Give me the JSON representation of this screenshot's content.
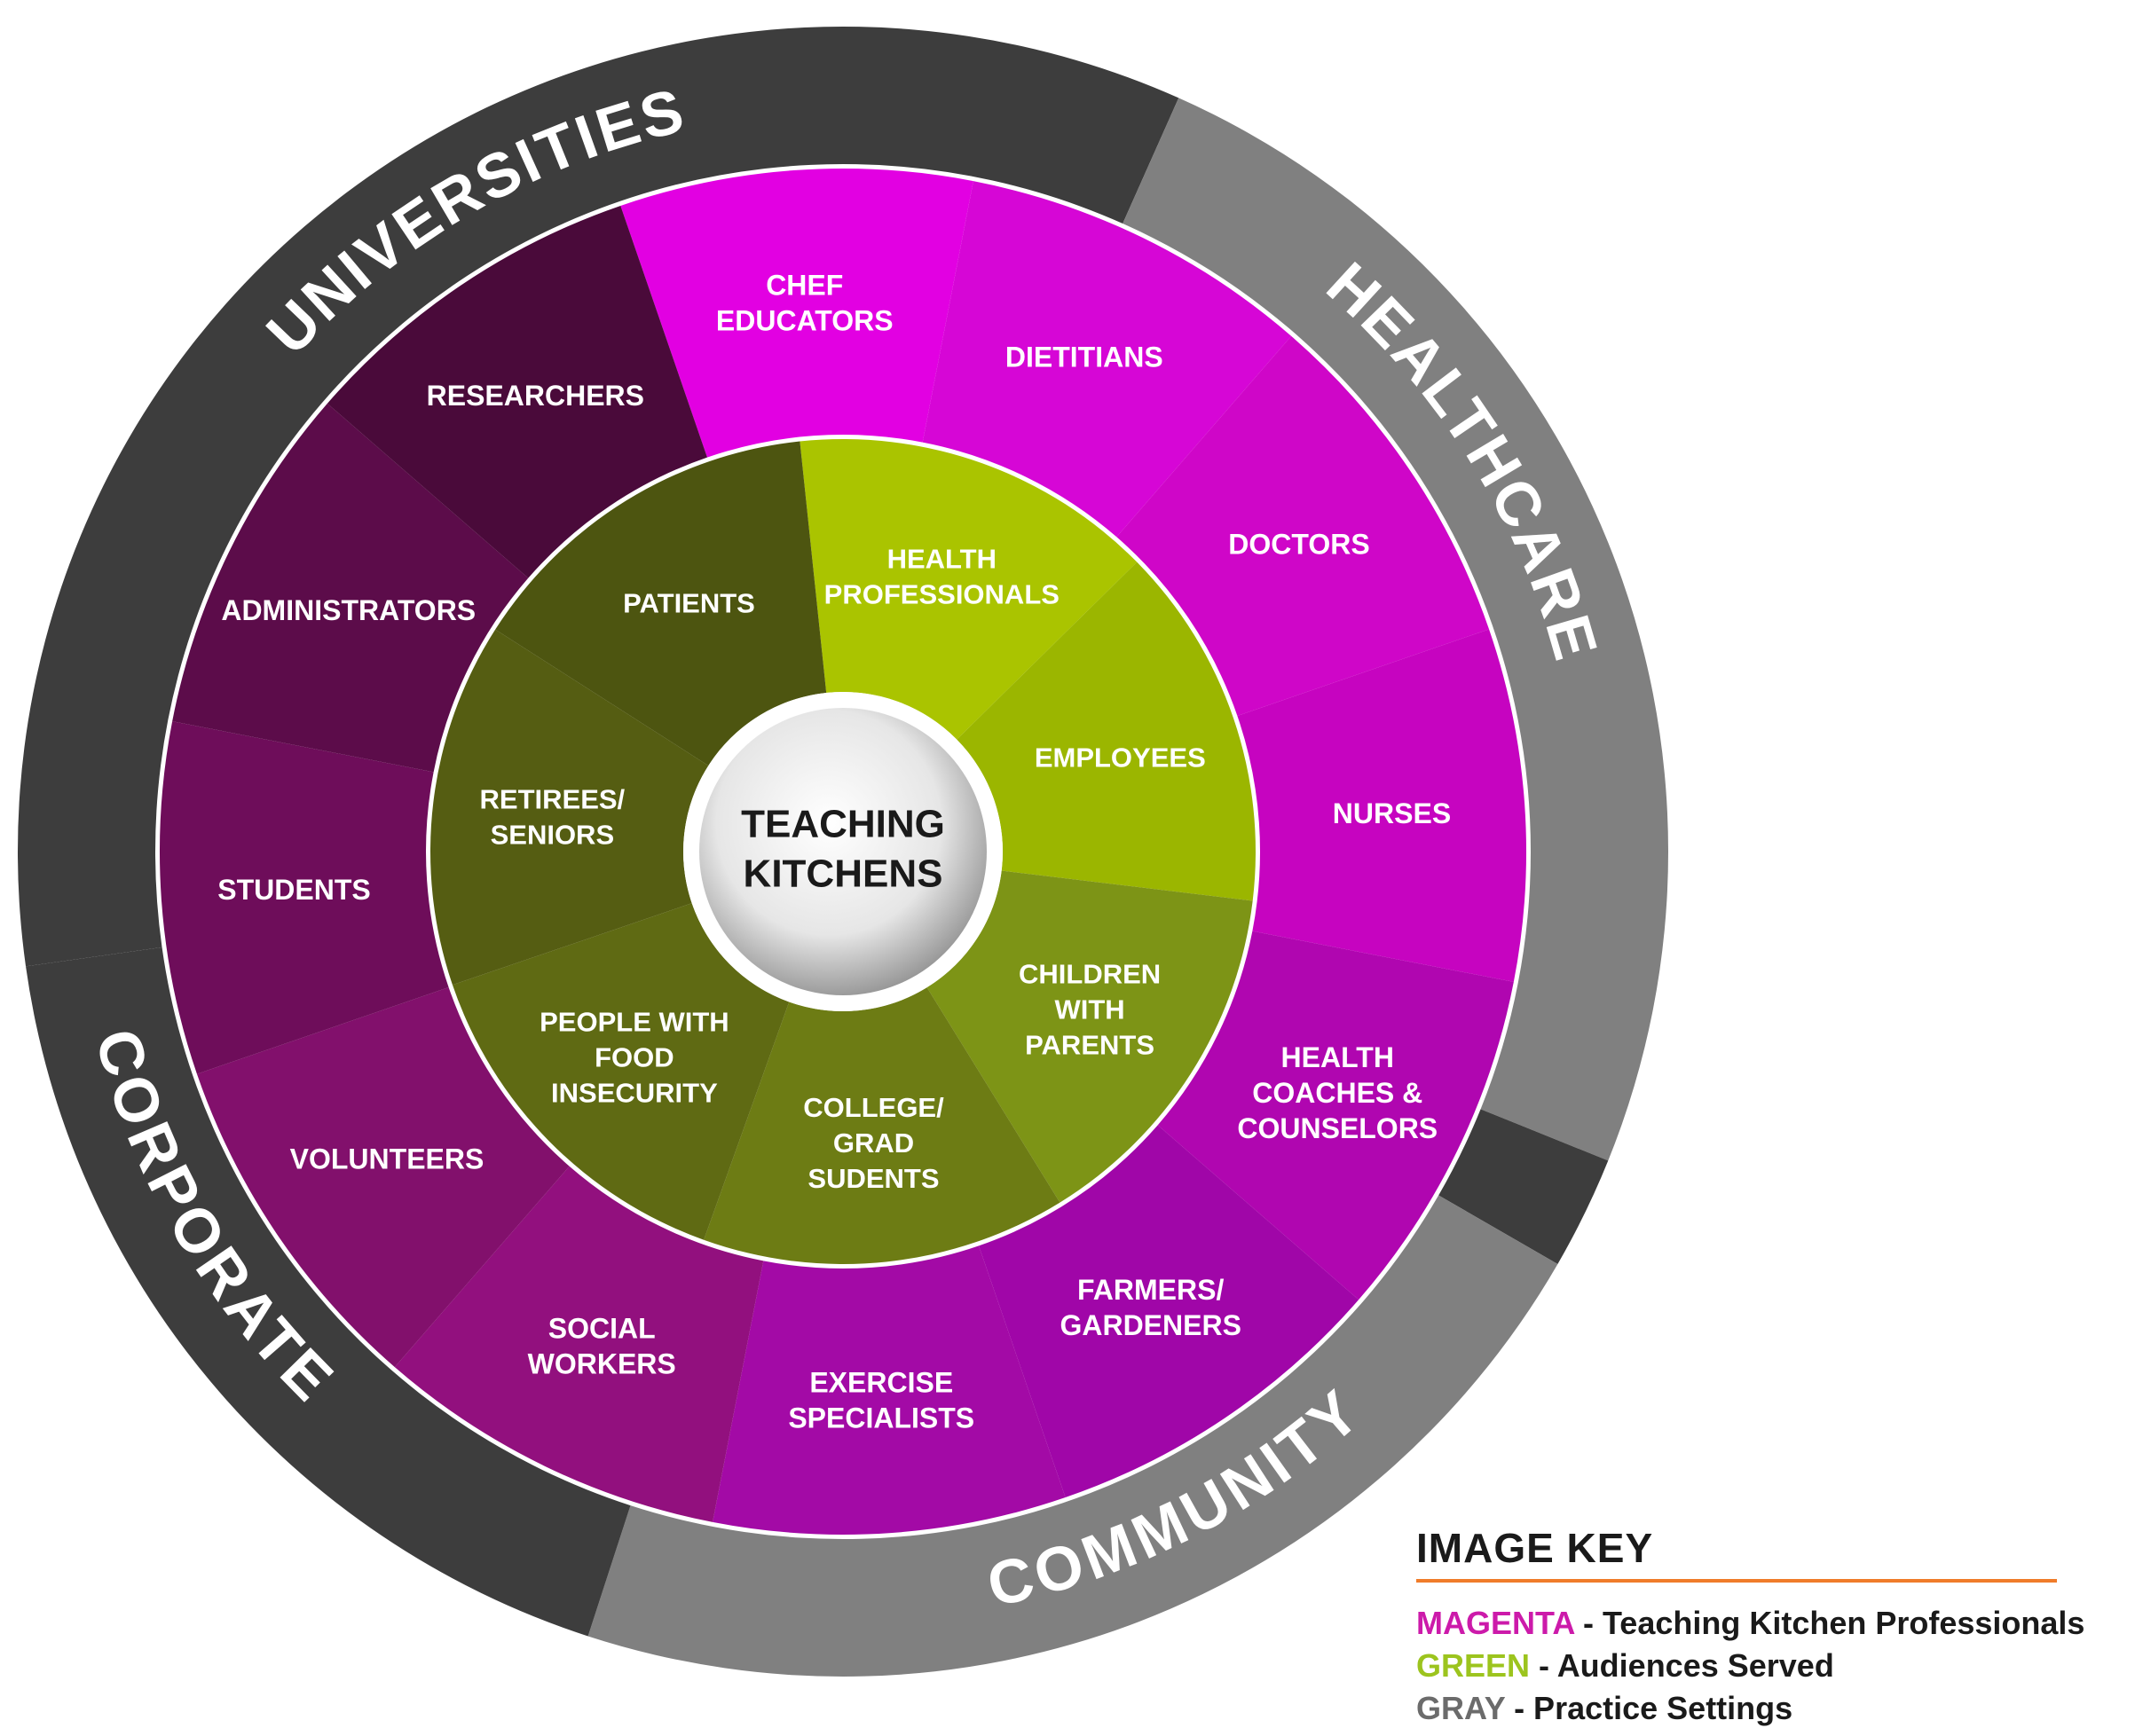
{
  "center": {
    "line1": "TEACHING",
    "line2": "KITCHENS"
  },
  "colors": {
    "outer_dark": "#3d3d3d",
    "outer_light": "#808080",
    "ring_separator": "#ffffff",
    "magenta_bright": "#e300e3",
    "plum_dark": "#4a0a3a",
    "green_bright": "#a8c000",
    "olive_dark": "#4f5512",
    "center_fill": "#f2f2f2",
    "center_ring": "#ffffff",
    "key_rule": "#f07c2a",
    "key_magenta": "#cc1aaa",
    "key_green": "#9cc41e",
    "key_gray": "#6b6b6b"
  },
  "practice_settings": [
    {
      "label": "UNIVERSITIES"
    },
    {
      "label": "HEALTHCARE"
    },
    {
      "label": "COMMUNITY"
    },
    {
      "label": "CORPORATE"
    }
  ],
  "professionals": [
    {
      "lines": [
        "CHEF",
        "EDUCATORS"
      ],
      "color": "#e200e2"
    },
    {
      "lines": [
        "DIETITIANS"
      ],
      "color": "#d606d6"
    },
    {
      "lines": [
        "DOCTORS"
      ],
      "color": "#cf06c8"
    },
    {
      "lines": [
        "NURSES"
      ],
      "color": "#c604c0"
    },
    {
      "lines": [
        "HEALTH",
        "COACHES &",
        "COUNSELORS"
      ],
      "color": "#b006b0"
    },
    {
      "lines": [
        "FARMERS/",
        "GARDENERS"
      ],
      "color": "#a006a8"
    },
    {
      "lines": [
        "EXERCISE",
        "SPECIALISTS"
      ],
      "color": "#a30aa6"
    },
    {
      "lines": [
        "SOCIAL",
        "WORKERS"
      ],
      "color": "#92107e"
    },
    {
      "lines": [
        "VOLUNTEERS"
      ],
      "color": "#82106c"
    },
    {
      "lines": [
        "STUDENTS"
      ],
      "color": "#6e0d5a"
    },
    {
      "lines": [
        "ADMINISTRATORS"
      ],
      "color": "#5c0c4a"
    },
    {
      "lines": [
        "RESEARCHERS"
      ],
      "color": "#4a0a3a"
    }
  ],
  "audiences": [
    {
      "lines": [
        "HEALTH",
        "PROFESSIONALS"
      ],
      "color": "#aac400"
    },
    {
      "lines": [
        "EMPLOYEES"
      ],
      "color": "#9bb600"
    },
    {
      "lines": [
        "CHILDREN",
        "WITH",
        "PARENTS"
      ],
      "color": "#7d9416"
    },
    {
      "lines": [
        "COLLEGE/",
        "GRAD",
        "SUDENTS"
      ],
      "color": "#6d7c14"
    },
    {
      "lines": [
        "PEOPLE WITH",
        "FOOD",
        "INSECURITY"
      ],
      "color": "#5f6a13"
    },
    {
      "lines": [
        "RETIREES/",
        "SENIORS"
      ],
      "color": "#555d12"
    },
    {
      "lines": [
        "PATIENTS"
      ],
      "color": "#4d5510"
    }
  ],
  "image_key": {
    "title": "IMAGE KEY",
    "rows": [
      {
        "name": "MAGENTA",
        "desc": " - Teaching Kitchen Professionals"
      },
      {
        "name": "GREEN",
        "desc": " - Audiences Served"
      },
      {
        "name": "GRAY",
        "desc": " - Practice Settings"
      }
    ]
  }
}
